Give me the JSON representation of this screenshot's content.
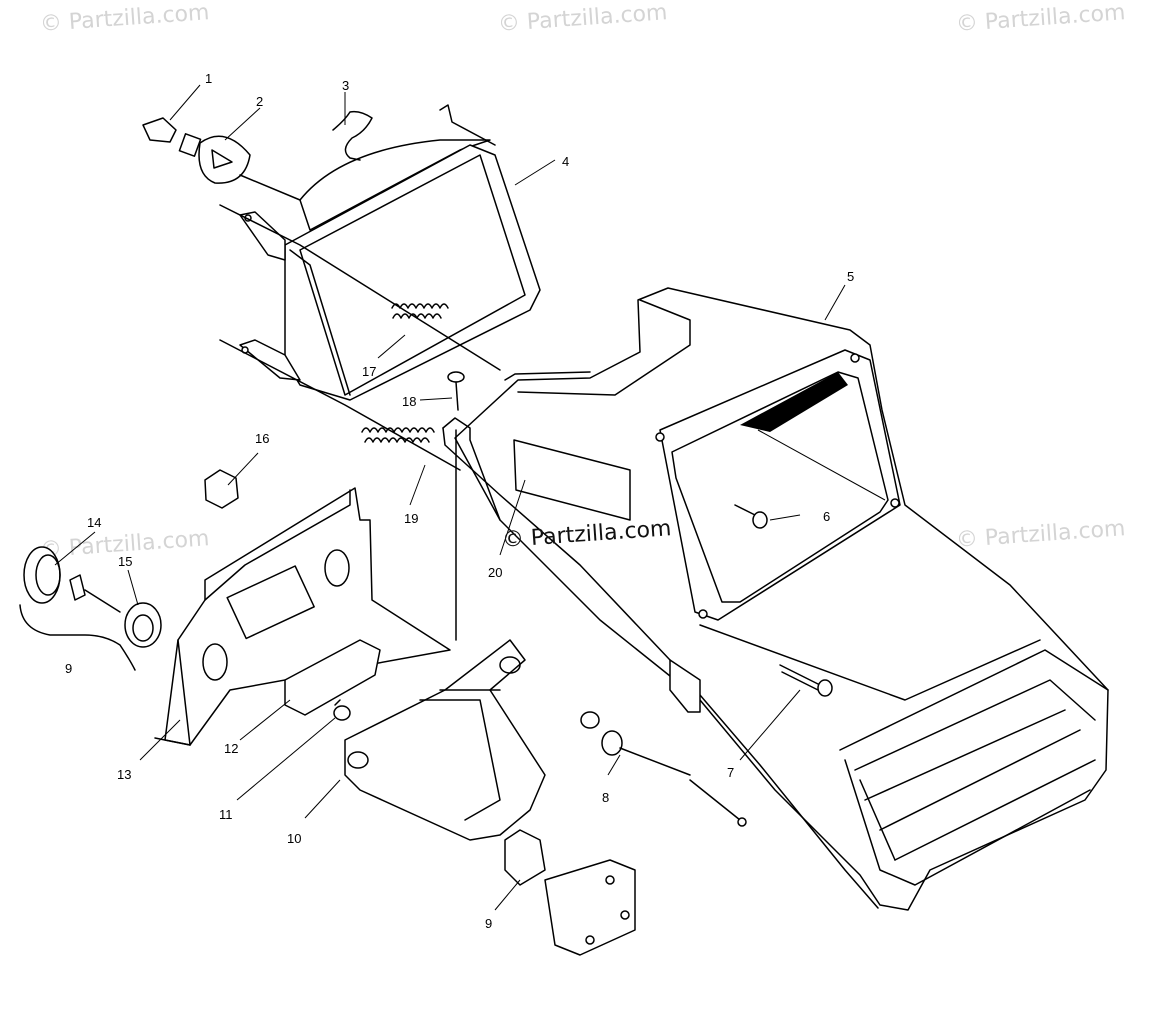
{
  "watermark": {
    "text": "© Partzilla.com",
    "center_text": "© Partzilla.com"
  },
  "callouts": {
    "c1": "1",
    "c2": "2",
    "c3": "3",
    "c4": "4",
    "c5": "5",
    "c6": "6",
    "c7": "7",
    "c8": "8",
    "c9a": "9",
    "c9b": "9",
    "c10": "10",
    "c11": "11",
    "c12": "12",
    "c13": "13",
    "c14": "14",
    "c15": "15",
    "c16": "16",
    "c17": "17",
    "c18": "18",
    "c19": "19",
    "c20": "20"
  }
}
